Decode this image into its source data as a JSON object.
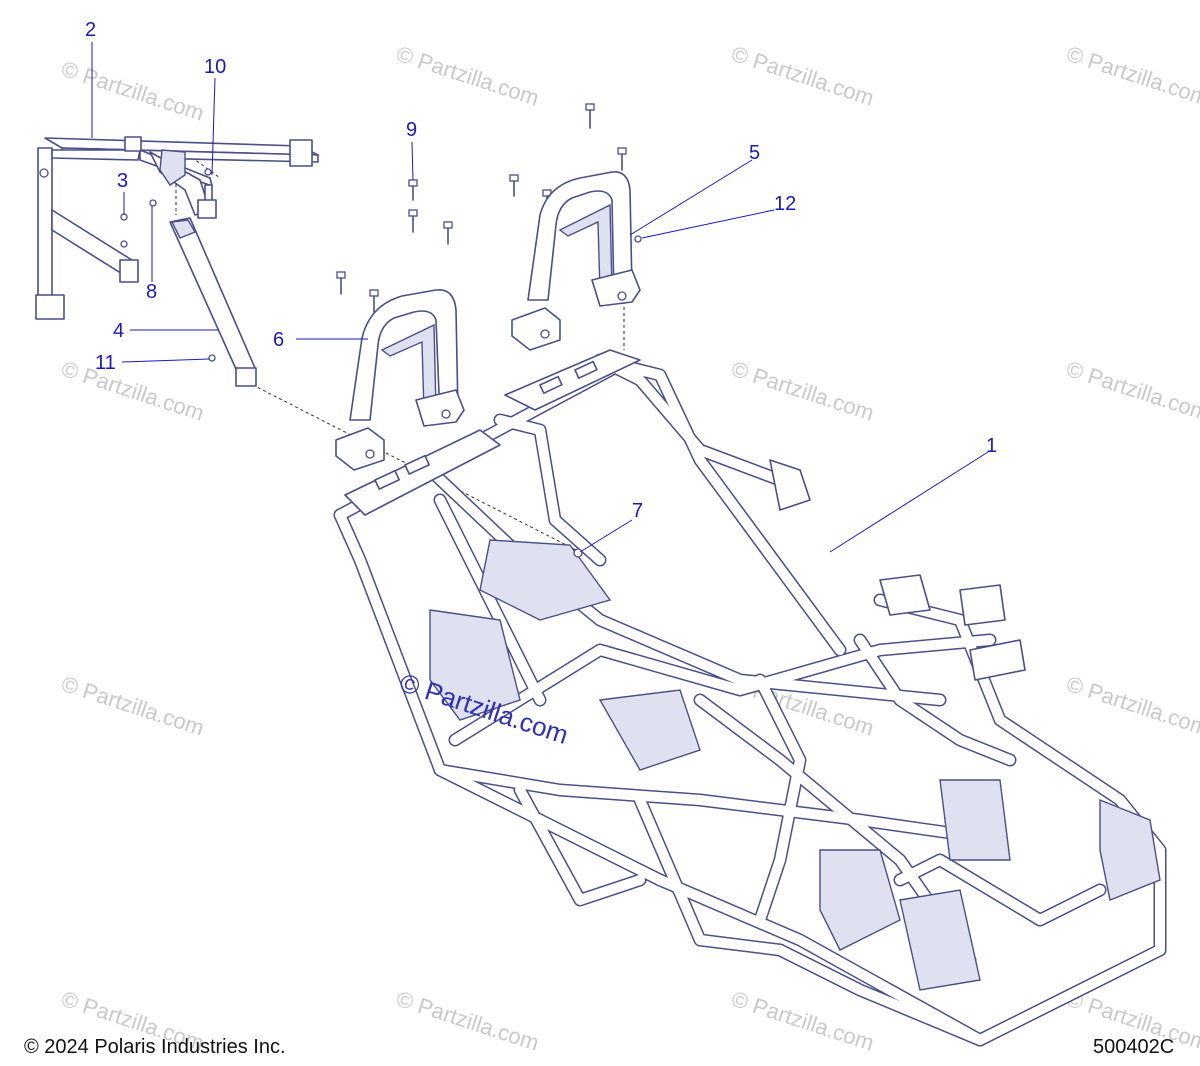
{
  "callouts": [
    "1",
    "2",
    "3",
    "4",
    "5",
    "6",
    "7",
    "8",
    "9",
    "10",
    "11",
    "12"
  ],
  "watermark": "© Partzilla.com",
  "copyright": "© 2024 Polaris Industries Inc.",
  "diagram_number": "500402C",
  "colors": {
    "line_art": "#4a4f86",
    "callout": "#1a1ab8",
    "watermark": "#c9c9c9"
  }
}
